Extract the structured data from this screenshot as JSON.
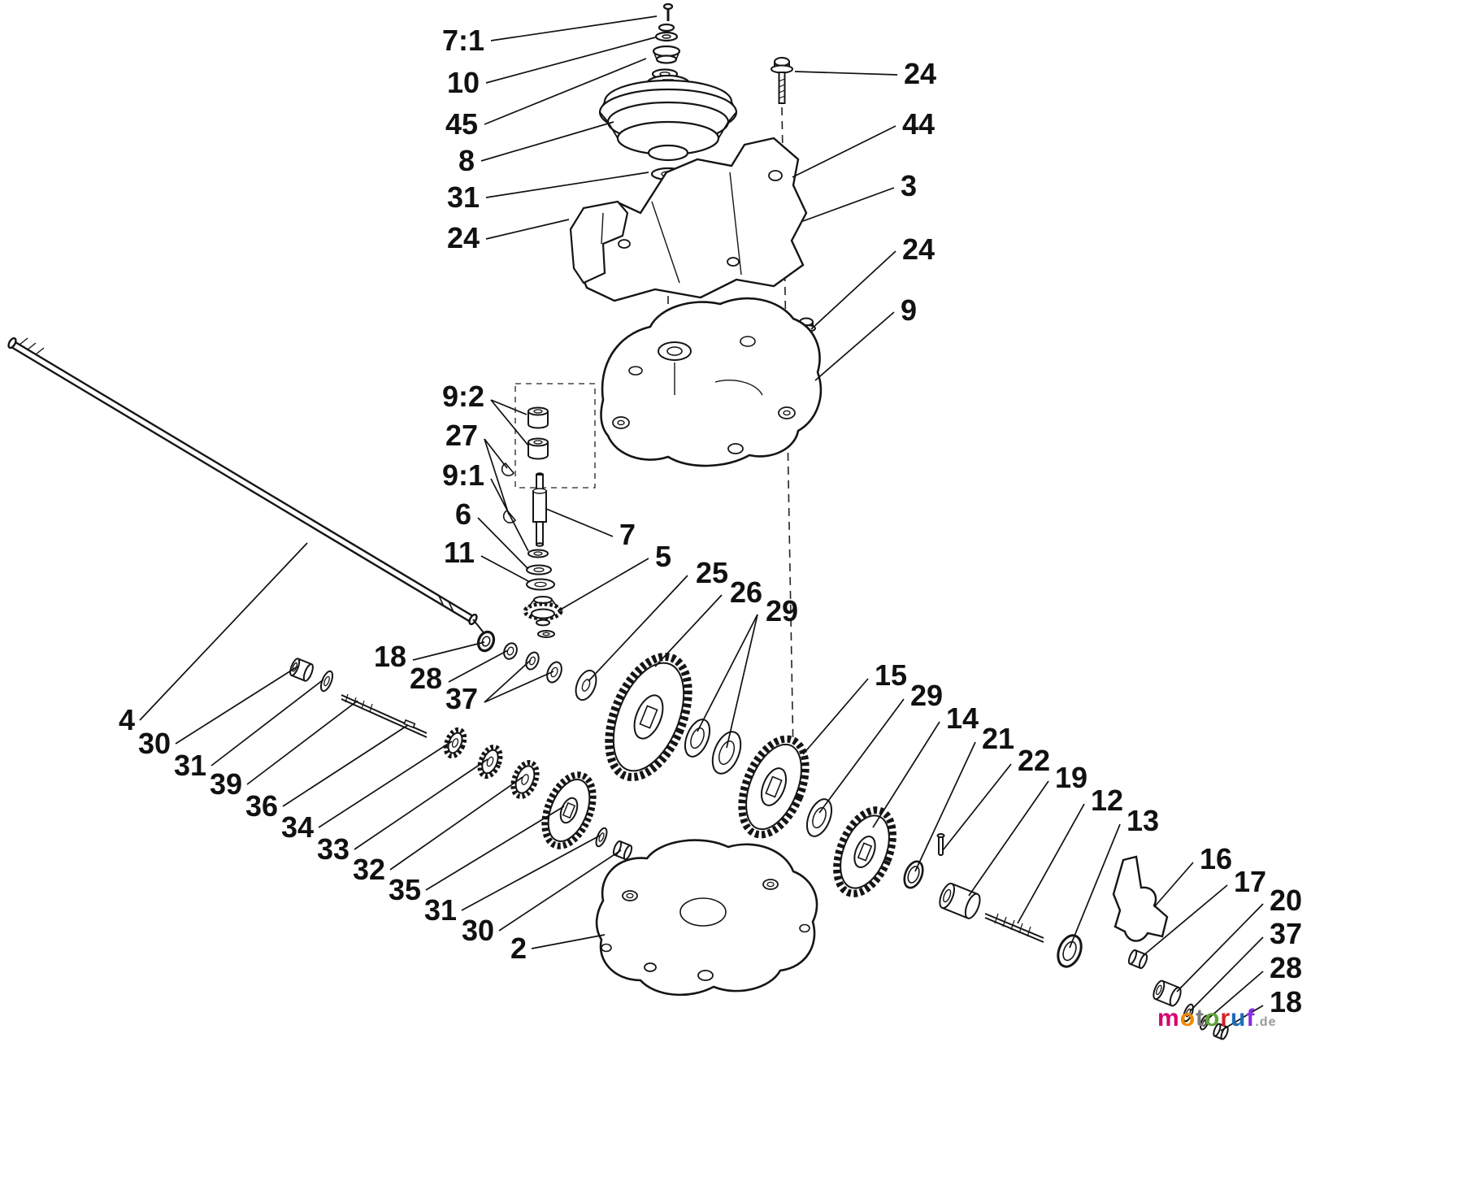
{
  "diagram": {
    "title": "gear-assembly-exploded-view",
    "callouts": [
      {
        "text": "7:1"
      },
      {
        "text": "10"
      },
      {
        "text": "45"
      },
      {
        "text": "8"
      },
      {
        "text": "31"
      },
      {
        "text": "24"
      },
      {
        "text": "24"
      },
      {
        "text": "44"
      },
      {
        "text": "3"
      },
      {
        "text": "24"
      },
      {
        "text": "9"
      },
      {
        "text": "9:2"
      },
      {
        "text": "27"
      },
      {
        "text": "9:1"
      },
      {
        "text": "6"
      },
      {
        "text": "11"
      },
      {
        "text": "7"
      },
      {
        "text": "5"
      },
      {
        "text": "25"
      },
      {
        "text": "26"
      },
      {
        "text": "29"
      },
      {
        "text": "15"
      },
      {
        "text": "29"
      },
      {
        "text": "14"
      },
      {
        "text": "21"
      },
      {
        "text": "22"
      },
      {
        "text": "19"
      },
      {
        "text": "12"
      },
      {
        "text": "13"
      },
      {
        "text": "16"
      },
      {
        "text": "17"
      },
      {
        "text": "20"
      },
      {
        "text": "37"
      },
      {
        "text": "28"
      },
      {
        "text": "18"
      },
      {
        "text": "4"
      },
      {
        "text": "30"
      },
      {
        "text": "31"
      },
      {
        "text": "39"
      },
      {
        "text": "36"
      },
      {
        "text": "34"
      },
      {
        "text": "33"
      },
      {
        "text": "32"
      },
      {
        "text": "35"
      },
      {
        "text": "31"
      },
      {
        "text": "30"
      },
      {
        "text": "2"
      },
      {
        "text": "18"
      },
      {
        "text": "28"
      },
      {
        "text": "37"
      }
    ]
  },
  "watermark": {
    "letters": [
      {
        "ch": "m",
        "color": "#d6006e"
      },
      {
        "ch": "o",
        "color": "#f08a00"
      },
      {
        "ch": "t",
        "color": "#7a7a7a"
      },
      {
        "ch": "o",
        "color": "#61a437"
      },
      {
        "ch": "r",
        "color": "#d42027"
      },
      {
        "ch": "u",
        "color": "#1e6bb8"
      },
      {
        "ch": "f",
        "color": "#8a2be2"
      }
    ],
    "suffix": ".de"
  }
}
